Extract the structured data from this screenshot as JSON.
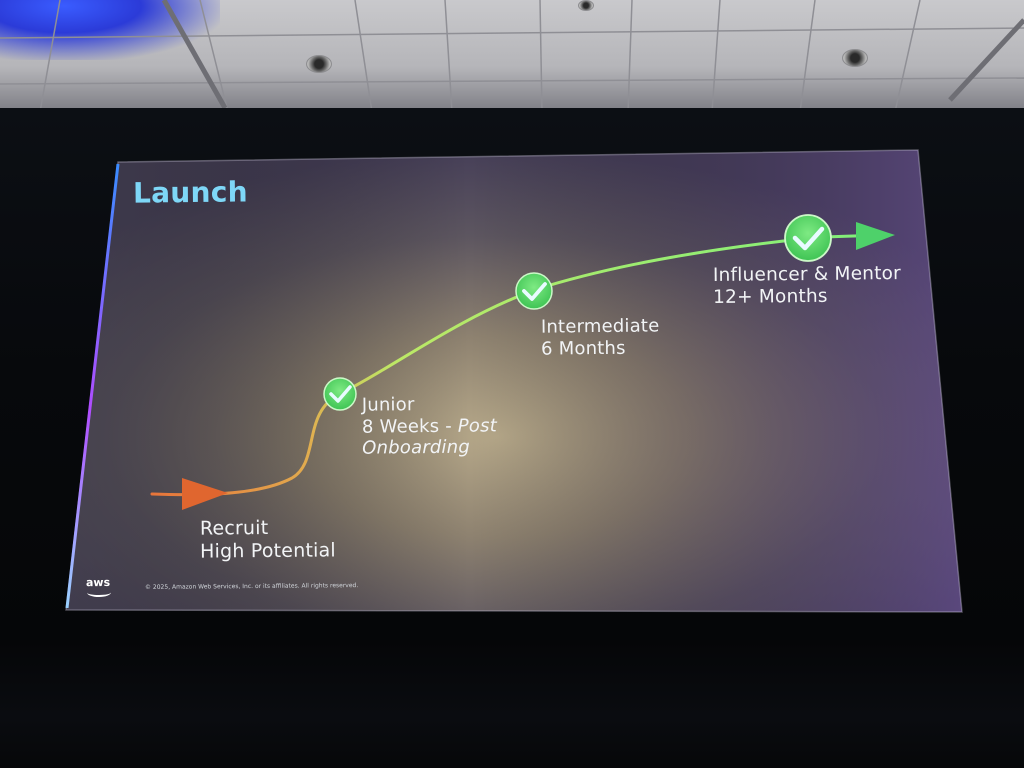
{
  "slide": {
    "title": "Launch",
    "milestones": [
      {
        "lines": [
          "Recruit",
          "High Potential"
        ],
        "check": false
      },
      {
        "lines": [
          "Junior",
          "8 Weeks - ",
          "Post",
          "Onboarding"
        ],
        "check": true
      },
      {
        "lines": [
          "Intermediate",
          "6 Months"
        ],
        "check": true
      },
      {
        "lines": [
          "Influencer & Mentor",
          "12+ Months"
        ],
        "check": true
      }
    ],
    "footer": "© 2025, Amazon Web Services, Inc. or its affiliates. All rights reserved.",
    "logo_text": "aws"
  },
  "colors": {
    "title": "#7ed7f7",
    "start_arrow": "#e0662f",
    "end_arrow": "#4ed16a",
    "check_badge": "#4ccf5e",
    "curve_start": "#e7743a",
    "curve_end": "#7ef07a"
  }
}
